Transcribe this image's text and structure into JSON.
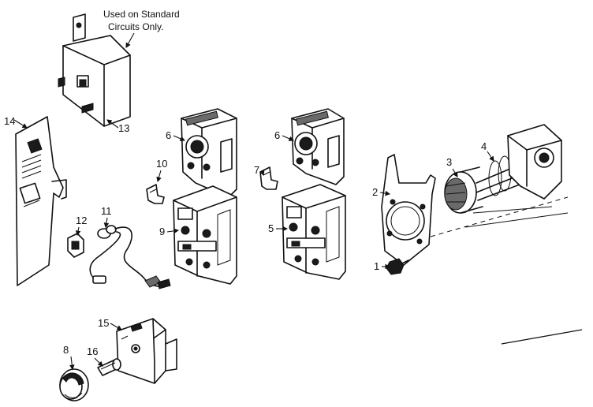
{
  "diagram": {
    "note": {
      "line1": "Used on Standard",
      "line2": "Circuits Only."
    },
    "callouts": [
      "1",
      "2",
      "3",
      "4",
      "5",
      "6",
      "6",
      "7",
      "8",
      "9",
      "10",
      "11",
      "12",
      "13",
      "14",
      "15",
      "16"
    ]
  }
}
